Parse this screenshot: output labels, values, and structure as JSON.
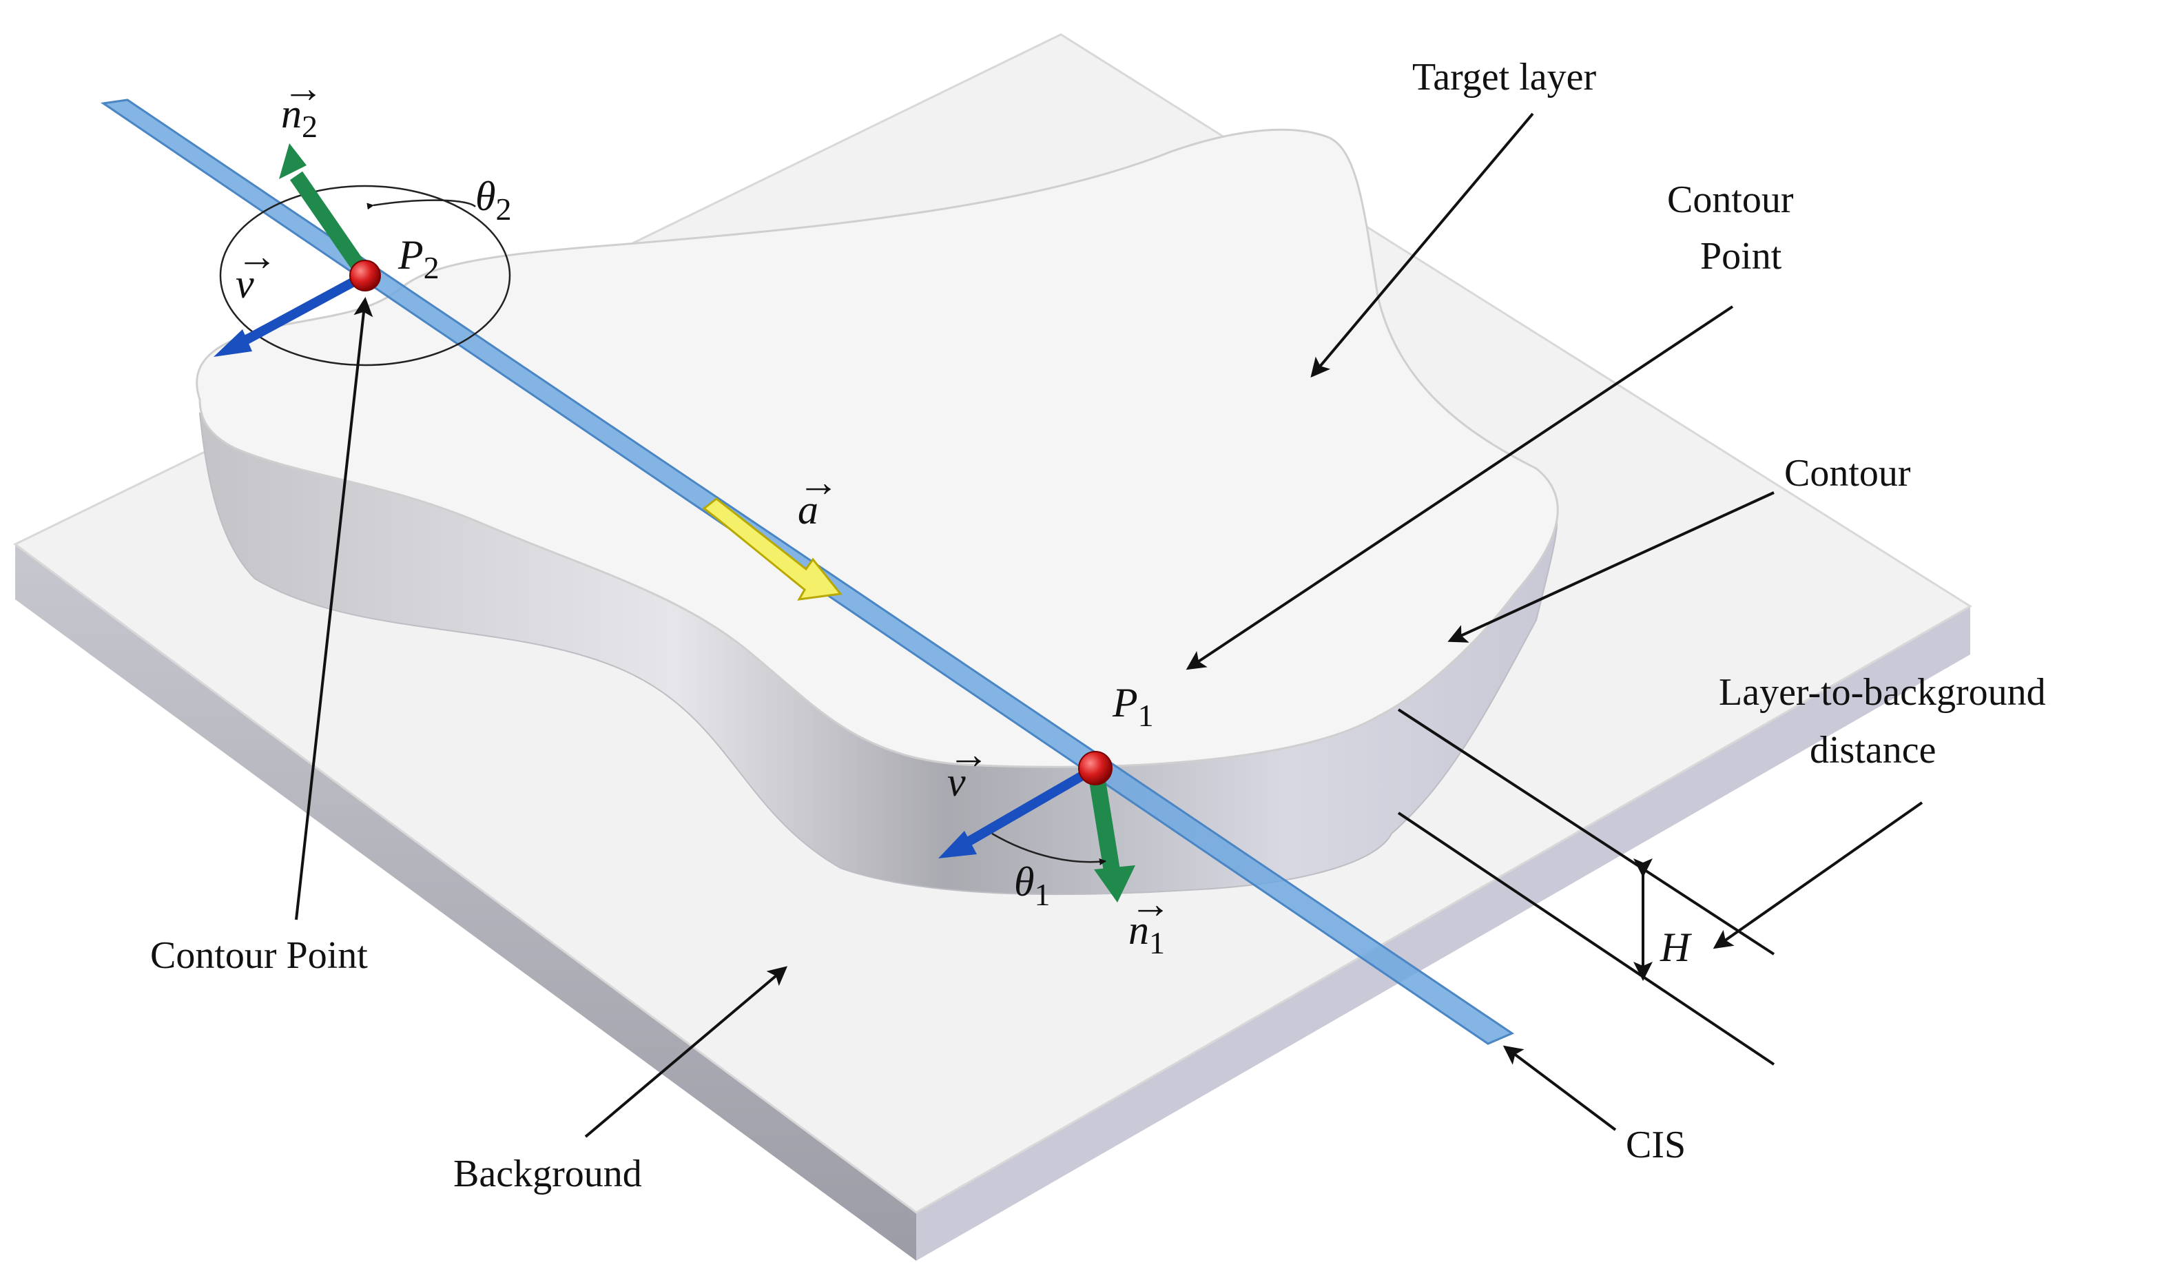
{
  "labels": {
    "target_layer": "Target layer",
    "contour_point_right_1": "Contour",
    "contour_point_right_2": "Point",
    "contour": "Contour",
    "distance_1": "Layer-to-background",
    "distance_2": "distance",
    "contour_point_left": "Contour Point",
    "background": "Background",
    "cis": "CIS"
  },
  "symbols": {
    "n_vec": "n",
    "v_vec": "v",
    "a_vec": "a",
    "p": "P",
    "theta": "θ",
    "h": "H",
    "arrow_accent": "⃗",
    "sub_1": "1",
    "sub_2": "2"
  },
  "colors": {
    "cis_strip": "#6fa8e0",
    "normal_vector": "#1f8a4c",
    "velocity_vector": "#1a4fbf",
    "scan_direction": "#f4f06a",
    "contour_point": "#d81c1c",
    "plate_top": "#f3f3f3",
    "plate_side": "#c9c9d6"
  }
}
